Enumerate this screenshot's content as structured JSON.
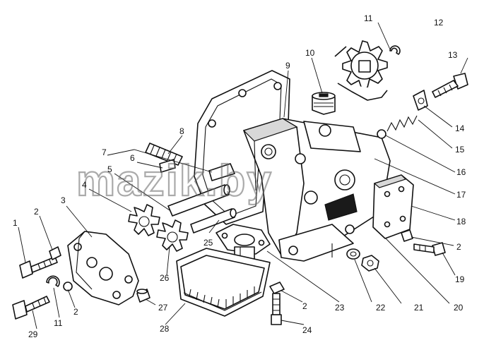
{
  "watermark": "mazik.by",
  "callouts": [
    {
      "id": "c1",
      "text": "1"
    },
    {
      "id": "c2a",
      "text": "2"
    },
    {
      "id": "c3",
      "text": "3"
    },
    {
      "id": "c4",
      "text": "4"
    },
    {
      "id": "c5",
      "text": "5"
    },
    {
      "id": "c6",
      "text": "6"
    },
    {
      "id": "c7",
      "text": "7"
    },
    {
      "id": "c8",
      "text": "8"
    },
    {
      "id": "c9",
      "text": "9"
    },
    {
      "id": "c10",
      "text": "10"
    },
    {
      "id": "c11a",
      "text": "11"
    },
    {
      "id": "c12",
      "text": "12"
    },
    {
      "id": "c13",
      "text": "13"
    },
    {
      "id": "c14",
      "text": "14"
    },
    {
      "id": "c15",
      "text": "15"
    },
    {
      "id": "c16",
      "text": "16"
    },
    {
      "id": "c17",
      "text": "17"
    },
    {
      "id": "c18",
      "text": "18"
    },
    {
      "id": "c2b",
      "text": "2"
    },
    {
      "id": "c19",
      "text": "19"
    },
    {
      "id": "c20",
      "text": "20"
    },
    {
      "id": "c21",
      "text": "21"
    },
    {
      "id": "c22",
      "text": "22"
    },
    {
      "id": "c23",
      "text": "23"
    },
    {
      "id": "c2c",
      "text": "2"
    },
    {
      "id": "c24",
      "text": "24"
    },
    {
      "id": "c25",
      "text": "25"
    },
    {
      "id": "c26",
      "text": "26"
    },
    {
      "id": "c27",
      "text": "27"
    },
    {
      "id": "c28",
      "text": "28"
    },
    {
      "id": "c2d",
      "text": "2"
    },
    {
      "id": "c11b",
      "text": "11"
    },
    {
      "id": "c29",
      "text": "29"
    }
  ]
}
